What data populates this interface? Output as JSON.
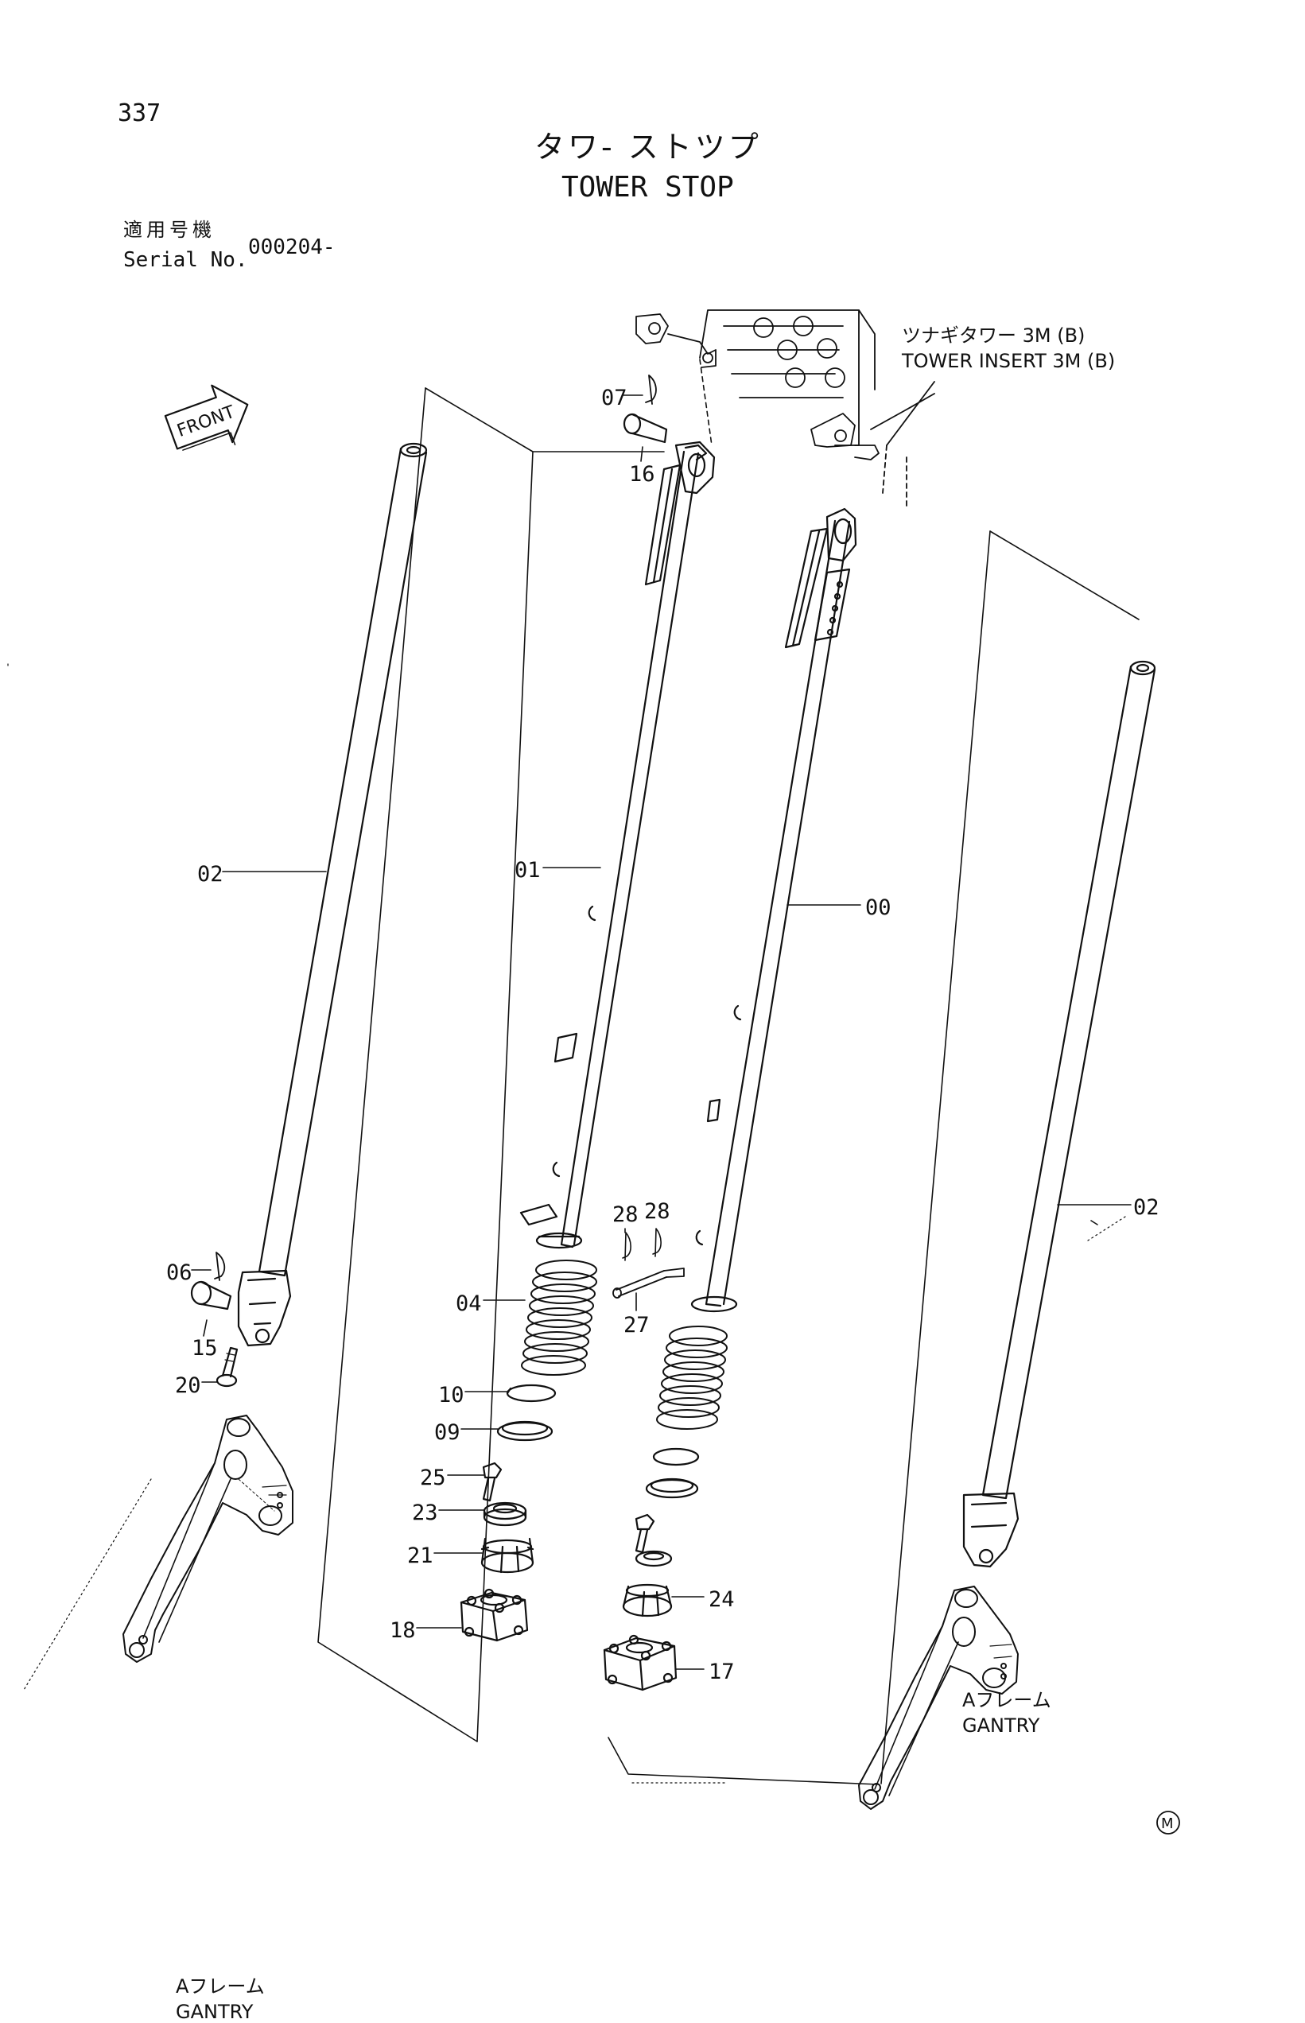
{
  "page_number": "337",
  "title_jp": "タワ- ストツプ",
  "title_en": "TOWER STOP",
  "serial": {
    "label_jp": "適用号機",
    "label_en": "Serial No.",
    "value": "000204-"
  },
  "front_label": "FRONT",
  "tower_insert": {
    "jp": "ツナギタワー  3M (B)",
    "en": "TOWER INSERT 3M (B)"
  },
  "gantry_left": {
    "jp": "Aフレーム",
    "en": "GANTRY"
  },
  "gantry_right": {
    "jp": "Aフレーム",
    "en": "GANTRY"
  },
  "parts": {
    "p00": "00",
    "p01": "01",
    "p02_left": "02",
    "p02_right": "02",
    "p04": "04",
    "p06": "06",
    "p07": "07",
    "p09": "09",
    "p10": "10",
    "p15": "15",
    "p16": "16",
    "p17": "17",
    "p18": "18",
    "p20": "20",
    "p21": "21",
    "p23": "23",
    "p24": "24",
    "p25": "25",
    "p27": "27",
    "p28a": "28",
    "p28b": "28"
  },
  "mark": "M"
}
